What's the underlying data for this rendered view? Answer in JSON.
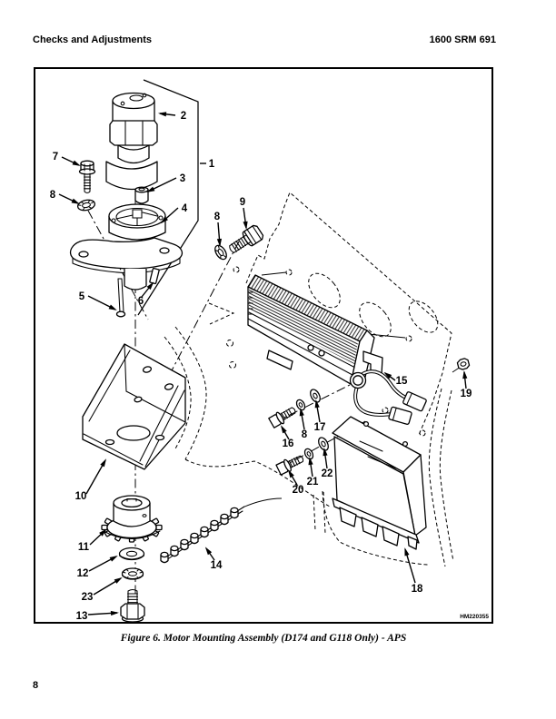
{
  "page": {
    "header_left": "Checks and Adjustments",
    "header_right": "1600 SRM 691",
    "page_number": "8"
  },
  "figure": {
    "caption": "Figure 6. Motor Mounting Assembly (D174 and G118 Only) - APS",
    "watermark": "HM220355",
    "callouts": [
      {
        "label": "1",
        "text": [
          233,
          184
        ],
        "line": [
          220,
          180,
          227,
          180
        ],
        "arrow": false
      },
      {
        "label": "2",
        "text": [
          202,
          131
        ],
        "line": [
          193,
          127,
          176,
          125
        ],
        "arrow": true
      },
      {
        "label": "3",
        "text": [
          201,
          200
        ],
        "line": [
          194,
          196,
          163,
          211
        ],
        "arrow": true
      },
      {
        "label": "4",
        "text": [
          203,
          233
        ],
        "line": [
          196,
          229,
          178,
          245
        ],
        "arrow": true
      },
      {
        "label": "5",
        "text": [
          90,
          330
        ],
        "line": [
          97,
          326,
          127,
          341
        ],
        "arrow": true
      },
      {
        "label": "6",
        "text": [
          155,
          335
        ],
        "line": [
          156,
          327,
          168,
          312
        ],
        "arrow": true
      },
      {
        "label": "7",
        "text": [
          61,
          176
        ],
        "line": [
          68,
          173,
          87,
          182
        ],
        "arrow": true
      },
      {
        "label": "8",
        "text": [
          58,
          218
        ],
        "line": [
          65,
          214,
          86,
          224
        ],
        "arrow": true
      },
      {
        "label": "9",
        "text": [
          267,
          226
        ],
        "line": [
          268,
          229,
          271,
          251
        ],
        "arrow": true
      },
      {
        "label": "8",
        "text": [
          239,
          242
        ],
        "line": [
          240,
          245,
          242,
          270
        ],
        "arrow": true
      },
      {
        "label": "10",
        "text": [
          89,
          550
        ],
        "line": [
          95,
          544,
          116,
          507
        ],
        "arrow": true
      },
      {
        "label": "11",
        "text": [
          92,
          606
        ],
        "line": [
          99,
          600,
          116,
          584
        ],
        "arrow": true
      },
      {
        "label": "12",
        "text": [
          91,
          635
        ],
        "line": [
          98,
          629,
          128,
          613
        ],
        "arrow": true
      },
      {
        "label": "23",
        "text": [
          96,
          661
        ],
        "line": [
          103,
          655,
          133,
          637
        ],
        "arrow": true
      },
      {
        "label": "13",
        "text": [
          90,
          682
        ],
        "line": [
          97,
          677,
          129,
          675
        ],
        "arrow": true
      },
      {
        "label": "14",
        "text": [
          238,
          626
        ],
        "line": [
          236,
          617,
          227,
          604
        ],
        "arrow": true
      },
      {
        "label": "15",
        "text": [
          442,
          423
        ],
        "line": [
          435,
          419,
          424,
          411
        ],
        "arrow": true
      },
      {
        "label": "16",
        "text": [
          317,
          492
        ],
        "line": [
          318,
          484,
          310,
          470
        ],
        "arrow": true
      },
      {
        "label": "8",
        "text": [
          335,
          482
        ],
        "line": [
          335,
          473,
          331,
          451
        ],
        "arrow": true
      },
      {
        "label": "17",
        "text": [
          352,
          474
        ],
        "line": [
          352,
          465,
          348,
          442
        ],
        "arrow": true
      },
      {
        "label": "20",
        "text": [
          328,
          543
        ],
        "line": [
          327,
          534,
          318,
          519
        ],
        "arrow": true
      },
      {
        "label": "21",
        "text": [
          344,
          534
        ],
        "line": [
          344,
          525,
          341,
          505
        ],
        "arrow": true
      },
      {
        "label": "22",
        "text": [
          360,
          525
        ],
        "line": [
          360,
          516,
          357,
          495
        ],
        "arrow": true
      },
      {
        "label": "19",
        "text": [
          513,
          437
        ],
        "line": [
          513,
          428,
          511,
          410
        ],
        "arrow": true
      },
      {
        "label": "18",
        "text": [
          459,
          652
        ],
        "line": [
          457,
          642,
          446,
          605
        ],
        "arrow": true
      }
    ]
  }
}
